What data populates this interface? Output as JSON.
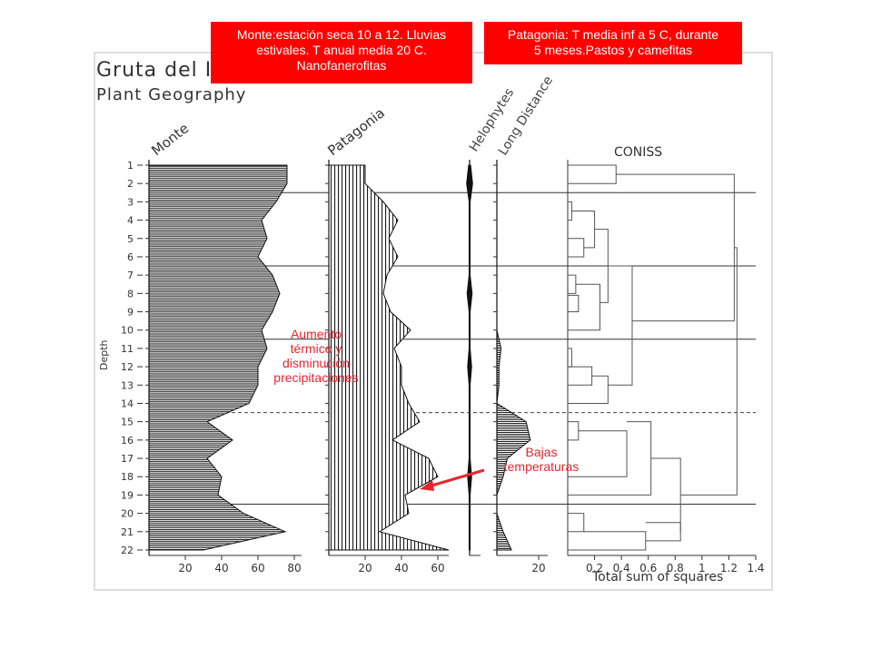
{
  "slide": {
    "box_monte": [
      "Monte:estación seca 10 a 12. Lluvias",
      "estivales. T anual media 20 C.",
      "Nanofanerofitas"
    ],
    "box_patagonia": [
      "Patagonia: T media inf a 5 C, durante",
      "5 meses.Pastos y camefitas"
    ],
    "note_aumento": [
      "Aumento",
      "térmico y",
      "disminución",
      "precipitaciones"
    ],
    "note_bajas": [
      "Bajas",
      "temperaturas"
    ],
    "accent_color": "#ff0000"
  },
  "chart_data": {
    "type": "area",
    "title": "Gruta del I",
    "subtitle": "Plant Geography",
    "ylabel": "Depth",
    "y_levels": [
      1,
      2,
      3,
      4,
      5,
      6,
      7,
      8,
      9,
      10,
      11,
      12,
      13,
      14,
      15,
      16,
      17,
      18,
      19,
      20,
      21,
      22
    ],
    "zone_boundaries": [
      2.5,
      6.5,
      10.5,
      19.5
    ],
    "dashed_boundary": 14.5,
    "series": [
      {
        "name": "Monte",
        "xticks": [
          20,
          40,
          60,
          80
        ],
        "xlim": [
          0,
          80
        ],
        "values": [
          76,
          76,
          70,
          62,
          65,
          60,
          68,
          72,
          68,
          62,
          65,
          60,
          60,
          55,
          32,
          46,
          32,
          40,
          38,
          52,
          75,
          30
        ]
      },
      {
        "name": "Patagonia",
        "xticks": [
          20,
          40,
          60
        ],
        "xlim": [
          0,
          70
        ],
        "values": [
          20,
          20,
          30,
          38,
          33,
          38,
          32,
          30,
          34,
          45,
          36,
          40,
          40,
          44,
          50,
          35,
          55,
          60,
          42,
          44,
          28,
          66
        ]
      },
      {
        "name": "Helophytes",
        "xticks": [],
        "xlim": [
          0,
          10
        ],
        "values": [
          1,
          3,
          0.5,
          0.5,
          0.5,
          0.5,
          0.5,
          2.5,
          0.5,
          0.5,
          0.5,
          2,
          0.5,
          0.5,
          0.5,
          0.5,
          0.5,
          2,
          0.5,
          0.5,
          0.5,
          0.5
        ]
      },
      {
        "name": "Long Distance",
        "xticks": [
          20
        ],
        "xlim": [
          0,
          22
        ],
        "values": [
          0,
          0,
          0,
          0,
          0,
          0,
          0,
          0,
          0,
          0,
          2,
          1,
          1,
          0,
          14,
          16,
          5,
          3,
          0,
          0,
          3,
          7
        ]
      }
    ],
    "coniss": {
      "title": "CONISS",
      "xlabel": "Total sum of squares",
      "xticks": [
        0.2,
        0.4,
        0.6,
        0.8,
        1.0,
        1.2,
        1.4
      ],
      "xlim": [
        0,
        1.4
      ]
    }
  }
}
